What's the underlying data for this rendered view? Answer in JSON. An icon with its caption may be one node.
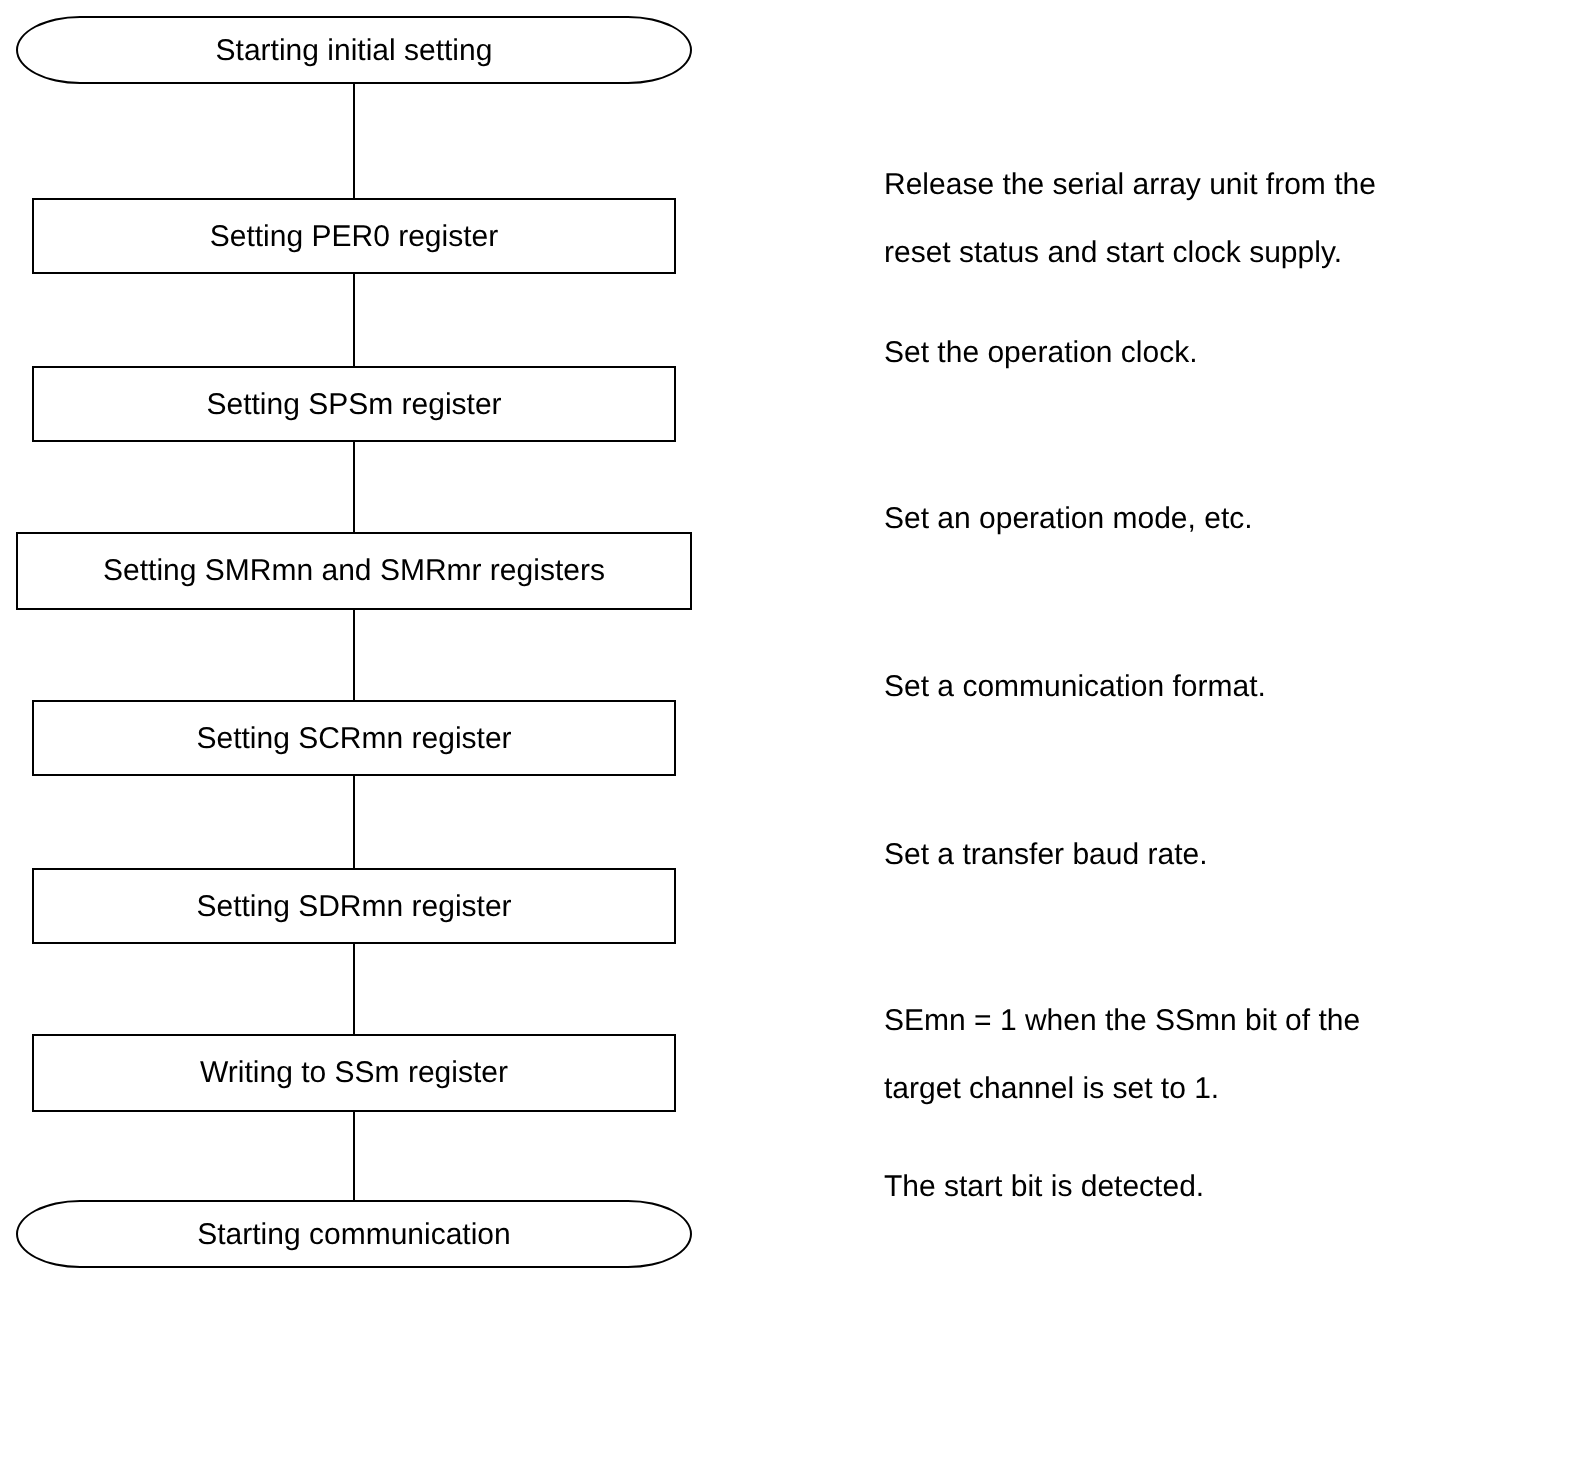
{
  "diagram": {
    "nodes": [
      {
        "text": [
          "Starting initial setting"
        ]
      },
      {
        "text": [
          "Setting PER0 register"
        ]
      },
      {
        "text": [
          "Setting SPSm register"
        ]
      },
      {
        "text": [
          "Setting SMRmn and SMRmr registers"
        ]
      },
      {
        "text": [
          "Setting SCRmn register"
        ]
      },
      {
        "text": [
          "Setting SDRmn register"
        ]
      },
      {
        "text": [
          "Writing to SSm register"
        ]
      },
      {
        "text": [
          "Starting communication"
        ]
      }
    ],
    "edges": [
      {
        "from": 0,
        "to": 1,
        "arrow": "none"
      },
      {
        "from": 1,
        "to": 2,
        "arrow": "none"
      },
      {
        "from": 2,
        "to": 3,
        "arrow": "none"
      },
      {
        "from": 3,
        "to": 4,
        "arrow": "none"
      },
      {
        "from": 4,
        "to": 5,
        "arrow": "none"
      },
      {
        "from": 5,
        "to": 6,
        "arrow": "none"
      },
      {
        "from": 6,
        "to": 7,
        "arrow": "none"
      }
    ],
    "labels": [
      "Release the serial array unit from the reset status and start clock supply.",
      "Set the operation clock.",
      "Set an operation mode, etc.",
      "Set a communication format.",
      "Set a transfer baud rate.",
      "SEmn = 1 when the SSmn bit of the target channel is set to 1.",
      "The start bit is detected."
    ]
  }
}
